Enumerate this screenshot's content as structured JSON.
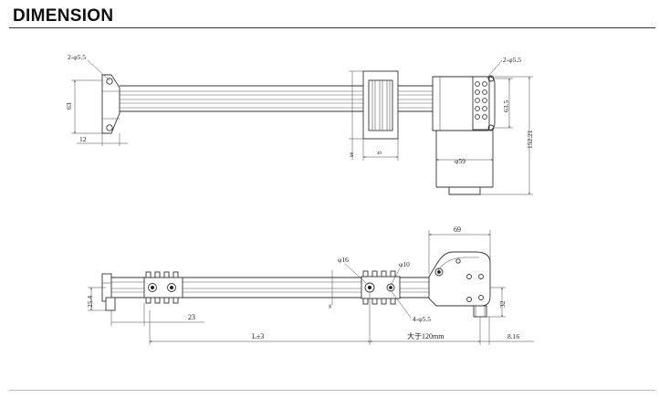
{
  "header": {
    "title": "DIMENSION"
  },
  "top_view": {
    "mount_hole_label": "2-φ5.5",
    "mount_height": "63",
    "mount_offset": "12",
    "carriage_height": "98",
    "carriage_width": "40",
    "motor_hole_label": "2-φ5.5",
    "motor_height": "63.5",
    "total_height": "152.21",
    "motor_diameter": "φ59"
  },
  "side_view": {
    "motor_width": "69",
    "pulley_diameter": "φ16",
    "roller_diameter": "φ10",
    "end_height": "25.4",
    "block_offset": "23",
    "rail_height": "38",
    "carriage_hole_label": "4-φ5.5",
    "motor_bottom": "32",
    "stroke_label": "L±3",
    "extra_label": "大于120mm",
    "end_offset": "8.16"
  }
}
